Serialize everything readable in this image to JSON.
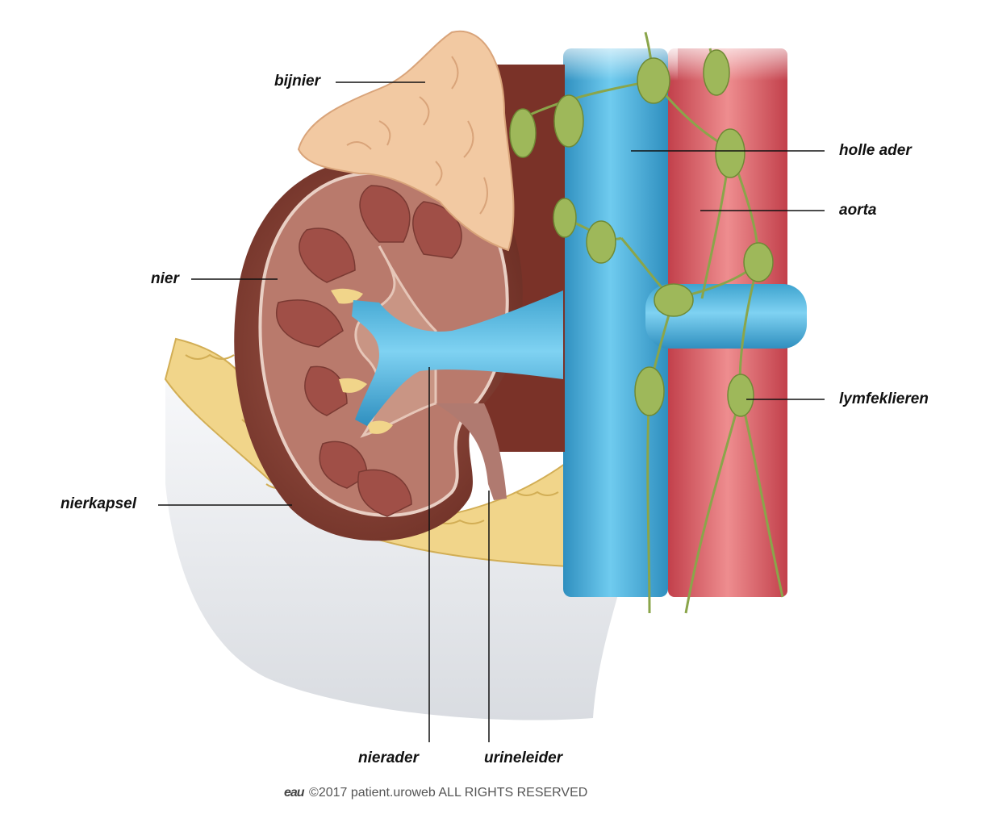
{
  "labels": {
    "bijnier": "bijnier",
    "nier": "nier",
    "nierkapsel": "nierkapsel",
    "holle_ader": "holle ader",
    "aorta": "aorta",
    "lymfeklieren": "lymfeklieren",
    "nierader": "nierader",
    "urineleider": "urineleider"
  },
  "footer": {
    "logo": "eau",
    "copyright": "©2017 patient.uroweb ALL RIGHTS RESERVED"
  },
  "colors": {
    "vein": "#4fb3d9",
    "aorta": "#d8555f",
    "kidney": "#8e4a3f",
    "adrenal": "#f2c9a2",
    "fat": "#f1d58a",
    "lymph": "#9eb85a",
    "peritoneum": "#e9ebee"
  }
}
